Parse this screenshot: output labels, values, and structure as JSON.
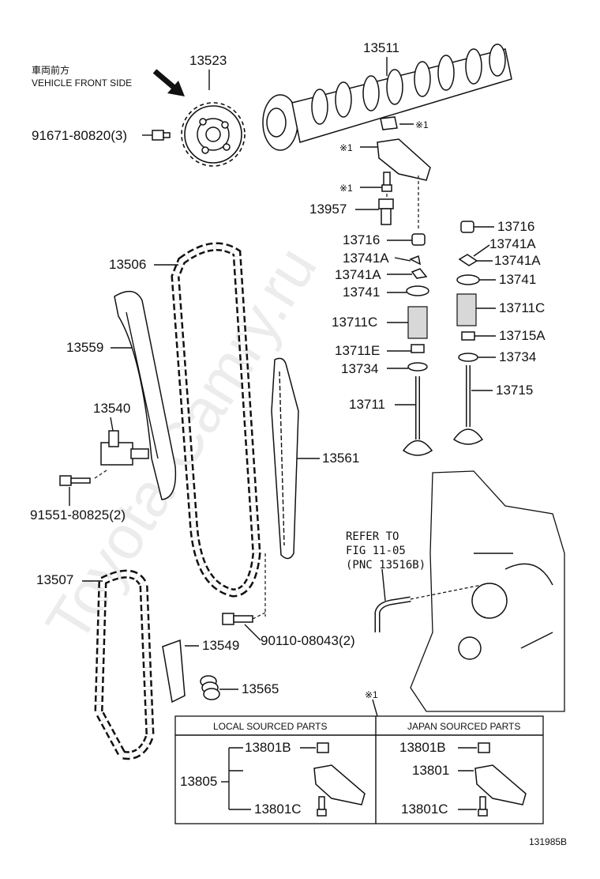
{
  "watermark": "Toyota-Camry.ru",
  "direction": {
    "jp": "車両前方",
    "en": "VEHICLE FRONT SIDE"
  },
  "parts": {
    "p13523": "13523",
    "p13511": "13511",
    "p91671": "91671-80820(3)",
    "star1": "※1",
    "p13957": "13957",
    "p13716_l": "13716",
    "p13716_r": "13716",
    "p13741A_l1": "13741A",
    "p13741A_l2": "13741A",
    "p13741A_r1": "13741A",
    "p13741A_r2": "13741A",
    "p13741_l": "13741",
    "p13741_r": "13741",
    "p13711C_l": "13711C",
    "p13711C_r": "13711C",
    "p13715A": "13715A",
    "p13711E": "13711E",
    "p13734_l": "13734",
    "p13734_r": "13734",
    "p13711": "13711",
    "p13715": "13715",
    "p13506": "13506",
    "p13559": "13559",
    "p13540": "13540",
    "p91551": "91551-80825(2)",
    "p13561": "13561",
    "p13507": "13507",
    "p13549": "13549",
    "p90110": "90110-08043(2)",
    "p13565": "13565"
  },
  "refer": {
    "line1": "REFER TO",
    "line2": "FIG 11-05",
    "line3": "(PNC 13516B)"
  },
  "legend": {
    "star": "※1",
    "local_header": "LOCAL SOURCED PARTS",
    "japan_header": "JAPAN SOURCED PARTS",
    "local_assy": "13805",
    "local_top": "13801B",
    "local_bottom": "13801C",
    "japan_top": "13801B",
    "japan_mid": "13801",
    "japan_bottom": "13801C"
  },
  "figure_id": "131985B"
}
